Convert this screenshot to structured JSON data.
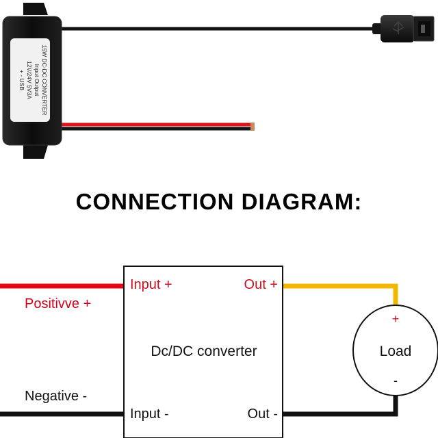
{
  "product": {
    "label_lines": [
      "15W DC-DC CONVERTER",
      "Input   Output",
      "12V/24V   5V3A",
      "+  -     USB"
    ]
  },
  "heading": "CONNECTION DIAGRAM:",
  "diagram": {
    "converter_label": "Dc/DC converter",
    "input_plus": "Input +",
    "input_minus": "Input -",
    "out_plus": "Out +",
    "out_minus": "Out -",
    "positive_label": "Positivve +",
    "negative_label": "Negative -",
    "load_label": "Load",
    "load_plus": "+",
    "load_minus": "-"
  },
  "colors": {
    "positive_wire": "#e30613",
    "output_wire": "#f2b705",
    "ground_wire": "#111111",
    "positive_text": "#d0021b"
  }
}
